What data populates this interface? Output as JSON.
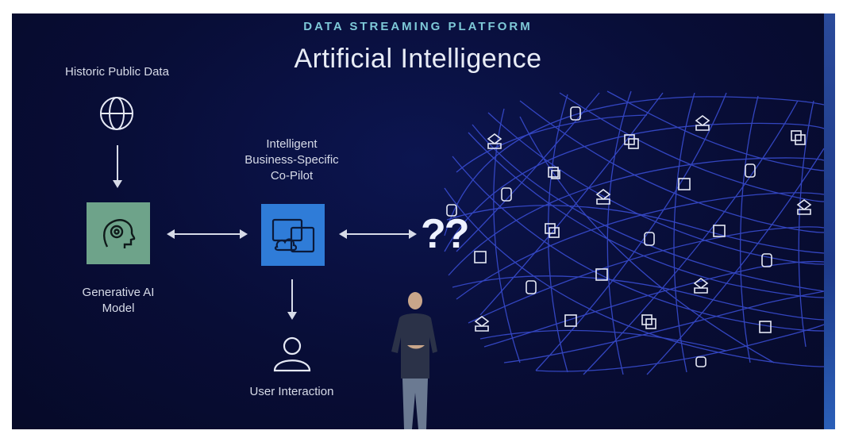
{
  "slide": {
    "eyebrow": "DATA STREAMING PLATFORM",
    "title": "Artificial Intelligence"
  },
  "nodes": {
    "public_data": {
      "label": "Historic Public Data",
      "icon": "globe-icon"
    },
    "genai": {
      "label_line1": "Generative AI",
      "label_line2": "Model",
      "icon": "head-gear-icon",
      "color": "#6ea38a"
    },
    "copilot": {
      "label_line1": "Intelligent",
      "label_line2": "Business-Specific",
      "label_line3": "Co-Pilot",
      "icon": "devices-cloud-icon",
      "color": "#2f7cd8"
    },
    "user": {
      "label": "User Interaction",
      "icon": "user-icon"
    },
    "unknown": {
      "text": "??"
    }
  },
  "colors": {
    "background": "#080d36",
    "mesh": "#3b4fd8",
    "eyebrow": "#7ec9d8"
  }
}
